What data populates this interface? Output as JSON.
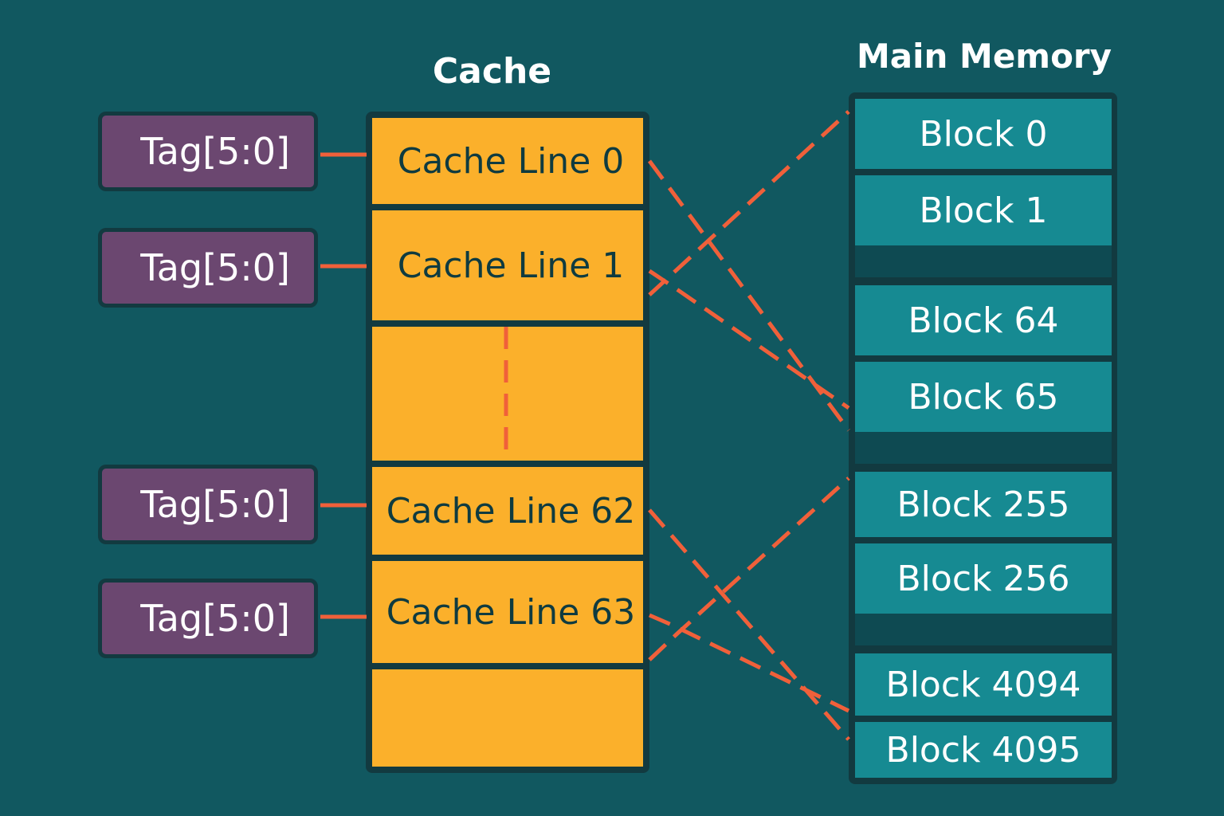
{
  "cache": {
    "title": "Cache",
    "lines": [
      "Cache Line 0",
      "Cache Line 1",
      "Cache Line 62",
      "Cache Line 63"
    ]
  },
  "tags": [
    "Tag[5:0]",
    "Tag[5:0]",
    "Tag[5:0]",
    "Tag[5:0]"
  ],
  "memory": {
    "title": "Main Memory",
    "blocks": [
      "Block 0",
      "Block 1",
      "Block 64",
      "Block 65",
      "Block 255",
      "Block 256",
      "Block 4094",
      "Block 4095"
    ]
  },
  "colors": {
    "background": "#115860",
    "cache_line": "#fbb02b",
    "tag": "#6b4770",
    "memory_block": "#168a92",
    "connector": "#f0603a"
  }
}
